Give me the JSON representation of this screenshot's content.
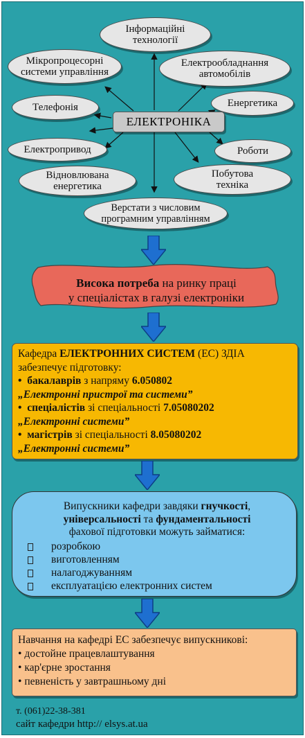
{
  "center": "ЕЛЕКТРОНІКА",
  "ovals": [
    {
      "text": "Інформаційні\nтехнології"
    },
    {
      "text": "Мікропроцесорні\nсистеми управління"
    },
    {
      "text": "Електрообладнання\nавтомобілів"
    },
    {
      "text": "Енергетика"
    },
    {
      "text": "Телефонія"
    },
    {
      "text": "Роботи"
    },
    {
      "text": "Електропривод"
    },
    {
      "text": "Побутова\nтехніка"
    },
    {
      "text": "Відновлювана\nенергетика"
    },
    {
      "text": "Верстати з числовим\nпрограмним управлінням"
    }
  ],
  "demand": {
    "bold": "Висока потреба",
    "rest1": " на ринку праці",
    "line2": "у спеціалістах в галузі електроніки"
  },
  "department": {
    "prefix": "Кафедра ",
    "name": "ЕЛЕКТРОННИХ СИСТЕМ",
    "suffix": " (ЕС) ЗДІА",
    "line2": "забезпечує підготовку:",
    "items": [
      {
        "bullet": "•",
        "bold": "бакалаврів",
        "text": " з напряму ",
        "code": "6.050802",
        "program": "„Електронні пристрої та системи”"
      },
      {
        "bullet": "•",
        "bold": "спеціалістів",
        "text": " зі спеціальності ",
        "code": "7.05080202",
        "program": "„Електронні системи”"
      },
      {
        "bullet": "•",
        "bold": "магістрів",
        "text": " зі спеціальності ",
        "code": "8.05080202",
        "program": "„Електронні системи”"
      }
    ]
  },
  "graduates": {
    "t1": "Випускники кафедри завдяки ",
    "b1": "гнучкості",
    "t2": ",",
    "b2": "універсальності",
    "t3": " та ",
    "b3": "фундаментальності",
    "line3": "фахової підготовки можуть займатися:",
    "items": [
      "розробкою",
      "виготовленням",
      "налагоджуванням",
      "експлуатацією електронних систем"
    ]
  },
  "benefits": {
    "title": "Навчання на кафедрі ЕС забезпечує випускникові:",
    "items": [
      "достойне працевлаштування",
      "кар'єрне зростання",
      "певненість у завтрашньому дні"
    ]
  },
  "contacts": {
    "phone": "т. (061)22-38-381",
    "site_label": "сайт кафедри ",
    "site_url": "http:// elsys.at.ua"
  },
  "colors": {
    "background": "#2aa1a9",
    "oval": "#e6e6e6",
    "demand": "#e8685a",
    "department": "#f7b802",
    "graduates": "#7cc7ee",
    "benefits": "#f9c18c",
    "arrow": "#1e6fd0"
  }
}
